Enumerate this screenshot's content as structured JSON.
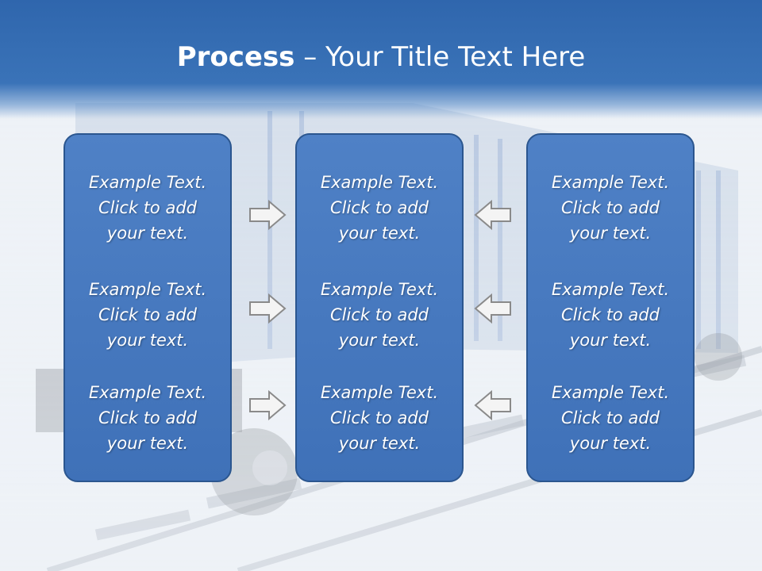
{
  "slide": {
    "title_bold": "Process",
    "title_rest": " – Your Title Text Here"
  },
  "columns": [
    {
      "blocks": [
        {
          "line1": "Example Text.",
          "line2": "Click  to add",
          "line3": "your text."
        },
        {
          "line1": "Example Text.",
          "line2": "Click  to add",
          "line3": "your text."
        },
        {
          "line1": "Example Text.",
          "line2": "Click  to add",
          "line3": "your text."
        }
      ]
    },
    {
      "blocks": [
        {
          "line1": "Example Text.",
          "line2": "Click  to add",
          "line3": "your text."
        },
        {
          "line1": "Example Text.",
          "line2": "Click  to add",
          "line3": "your text."
        },
        {
          "line1": "Example Text.",
          "line2": "Click  to add",
          "line3": "your text."
        }
      ]
    },
    {
      "blocks": [
        {
          "line1": "Example Text.",
          "line2": "Click  to add",
          "line3": "your text."
        },
        {
          "line1": "Example Text.",
          "line2": "Click  to add",
          "line3": "your text."
        },
        {
          "line1": "Example Text.",
          "line2": "Click  to add",
          "line3": "your text."
        }
      ]
    }
  ],
  "colors": {
    "header": "#2f66ad",
    "box": "#4a7bc1",
    "box_border": "#2b568f",
    "arrow_fill": "#f4f4f4",
    "arrow_stroke": "#8a8a8a"
  },
  "icons": {
    "left_arrows": "arrow-right-icon",
    "right_arrows": "arrow-left-icon",
    "background": "freight-train-image"
  }
}
